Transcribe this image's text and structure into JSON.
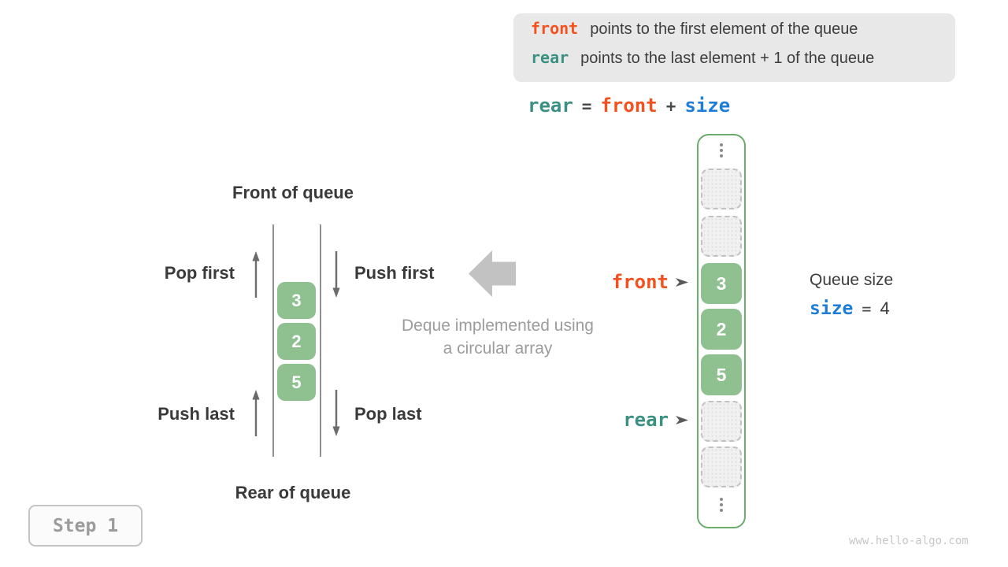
{
  "info_box": {
    "lines": [
      {
        "code": "front",
        "text": "points to the first element of the queue"
      },
      {
        "code": "rear",
        "text": "points to the last element + 1 of the queue"
      }
    ]
  },
  "formula": {
    "rear": "rear",
    "eq": "=",
    "front": "front",
    "plus": "+",
    "size": "size"
  },
  "left_queue": {
    "front_title": "Front of queue",
    "rear_title": "Rear of queue",
    "pop_first": "Pop first",
    "push_first": "Push first",
    "push_last": "Push last",
    "pop_last": "Pop last",
    "cells": [
      "3",
      "2",
      "5"
    ]
  },
  "center": {
    "caption_line1": "Deque implemented using",
    "caption_line2": "a circular array"
  },
  "array": {
    "front_label": "front",
    "rear_label": "rear",
    "cells": [
      "3",
      "2",
      "5"
    ]
  },
  "queue_size": {
    "title": "Queue size",
    "var": "size",
    "eq": "=",
    "value": "4"
  },
  "step_badge": "Step 1",
  "watermark": "www.hello-algo.com",
  "colors": {
    "orange": "#f4511e",
    "teal": "#3a9181",
    "blue": "#1e7dd7",
    "green-fill": "#8fc08f",
    "green-border": "#6bab6b",
    "info-bg": "#e8e8e8"
  }
}
